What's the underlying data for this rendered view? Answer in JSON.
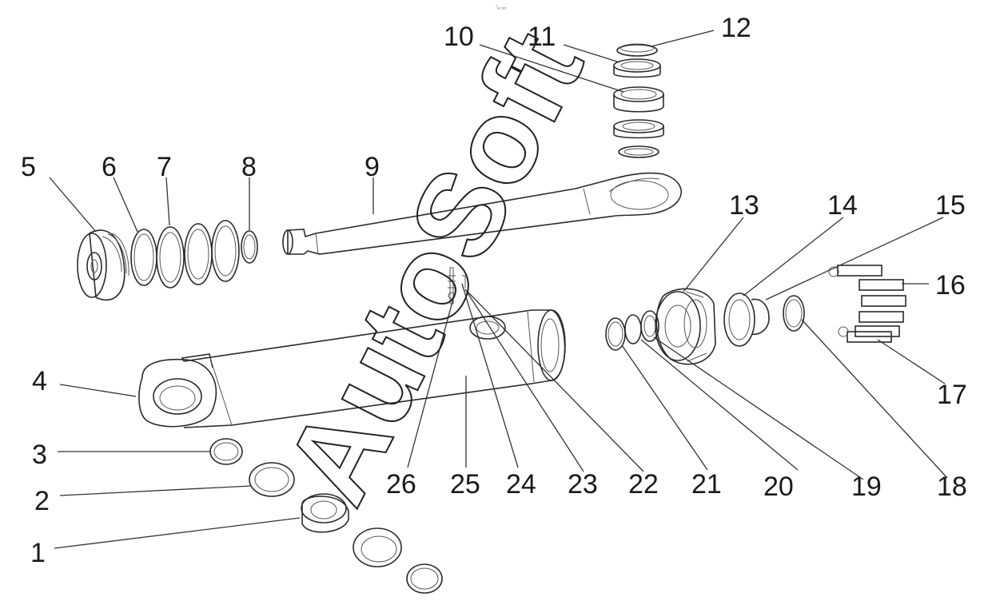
{
  "header_mark": "°ₐ ₀₀₀",
  "watermark": "AutoSoft",
  "callouts": [
    "1",
    "2",
    "3",
    "4",
    "5",
    "6",
    "7",
    "8",
    "9",
    "10",
    "11",
    "12",
    "13",
    "14",
    "15",
    "16",
    "17",
    "18",
    "19",
    "20",
    "21",
    "22",
    "23",
    "24",
    "25",
    "26"
  ],
  "accent_color": "#2a2a2a"
}
